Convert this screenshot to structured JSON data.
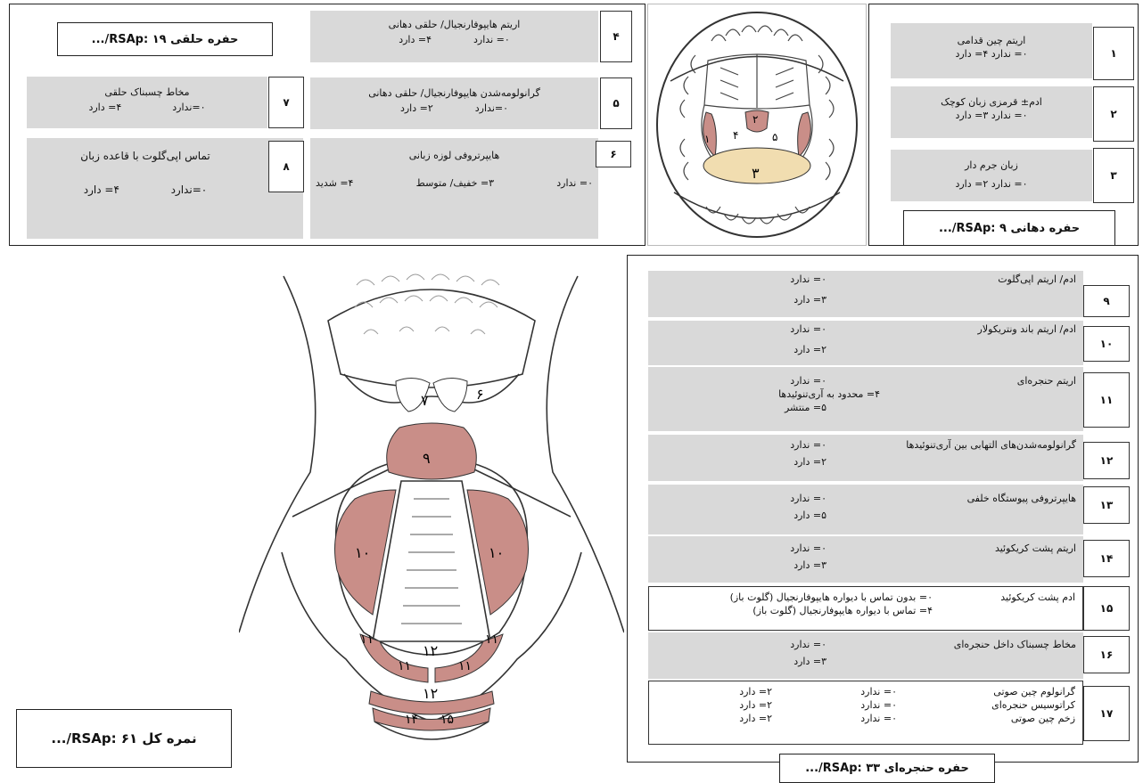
{
  "pharynx": {
    "title": "حفره حلقی RSAp: ۱۹/...",
    "items": [
      {
        "num": "۴",
        "title": "اریتم هایپوفارنجیال/ حلقی دهانی",
        "opts": [
          "۰= ندارد",
          "۴= دارد"
        ]
      },
      {
        "num": "۵",
        "title": "گرانولومه‌شدن هایپوفارنجیال/ حلقی دهانی",
        "opts": [
          "۰=ندارد",
          "۲= دارد"
        ]
      },
      {
        "num": "۶",
        "title": "هایپرتروفی لوزه زبانی",
        "opts": [
          "۰= ندارد",
          "۳= خفیف/ متوسط",
          "۴= شدید"
        ]
      },
      {
        "num": "۷",
        "title": "مخاط چسبناک حلقی",
        "opts": [
          "۰=ندارد",
          "۴= دارد"
        ]
      },
      {
        "num": "۸",
        "title": "تماس اپی‌گلوت با قاعده زبان",
        "opts": [
          "۰=ندارد",
          "۴= دارد"
        ]
      }
    ]
  },
  "oral": {
    "title": "حفره دهانی RSAp: ۹/...",
    "items": [
      {
        "num": "۱",
        "title": "اریتم چین قدامی",
        "opts": "۰= ندارد   ۴= دارد"
      },
      {
        "num": "۲",
        "title": "ادم± قرمزی زبان کوچک",
        "opts": "۰= ندارد   ۳= دارد"
      },
      {
        "num": "۳",
        "title": "زبان جرم دار",
        "opts": "۰= ندارد   ۲= دارد"
      }
    ]
  },
  "mouth_labels": [
    "۱",
    "۲",
    "۴",
    "۵",
    "۳"
  ],
  "larynx_labels": {
    "n7": "۷",
    "n6": "۶",
    "n9": "۹",
    "n10a": "۱۰",
    "n10b": "۱۰",
    "n11a": "۱۱",
    "n11b": "۱۱",
    "n11c": "۱۱",
    "n11d": "۱۱",
    "n12a": "۱۲",
    "n12b": "۱۲",
    "n14": "۱۴",
    "n15": "۱۵"
  },
  "larynx": {
    "title": "حفره حنجره‌ای RSAp: ۳۳/...",
    "items": [
      {
        "num": "۹",
        "title": "ادم/ اریتم اپی‌گلوت",
        "opts": [
          "۰= ندارد",
          "۳= دارد"
        ]
      },
      {
        "num": "۱۰",
        "title": "ادم/ اریتم باند ونتریکولار",
        "opts": [
          "۰= ندارد",
          "۲= دارد"
        ]
      },
      {
        "num": "۱۱",
        "title": "اریتم حنجره‌ای",
        "opts": [
          "۰= ندارد",
          "۴= محدود به آری‌تنوئیدها",
          "۵= منتشر"
        ]
      },
      {
        "num": "۱۲",
        "title": "گرانولومه‌شدن‌های التهابی بین آری‌تنوئیدها",
        "opts": [
          "۰= ندارد",
          "۲= دارد"
        ]
      },
      {
        "num": "۱۳",
        "title": "هایپرتروفی پیوستگاه خلفی",
        "opts": [
          "۰= ندارد",
          "۵= دارد"
        ]
      },
      {
        "num": "۱۴",
        "title": "اریتم پشت کریکوئید",
        "opts": [
          "۰= ندارد",
          "۳= دارد"
        ]
      },
      {
        "num": "۱۵",
        "title": "ادم پشت کریکوئید",
        "opts": [
          "۰= بدون تماس با دیواره هایپوفارنجیال (گلوت باز)",
          "۴= تماس با دیواره هایپوفارنجیال (گلوت باز)"
        ]
      },
      {
        "num": "۱۶",
        "title": "مخاط چسبناک داخل حنجره‌ای",
        "opts": [
          "۰= ندارد",
          "۳= دارد"
        ]
      },
      {
        "num": "۱۷",
        "titles": [
          "گرانولوم چین صوتی",
          "کراتوسیس حنجره‌ای",
          "زخم چین صوتی"
        ],
        "opt0": "۰= ندارد",
        "opt2": "۲= دارد"
      }
    ]
  },
  "total": {
    "label": "نمره کل RSAp: ۶۱/..."
  },
  "colors": {
    "cell": "#d9d9d9",
    "tissue": "#c98e88",
    "tongue": "#f1ddb0",
    "border": "#222222"
  }
}
